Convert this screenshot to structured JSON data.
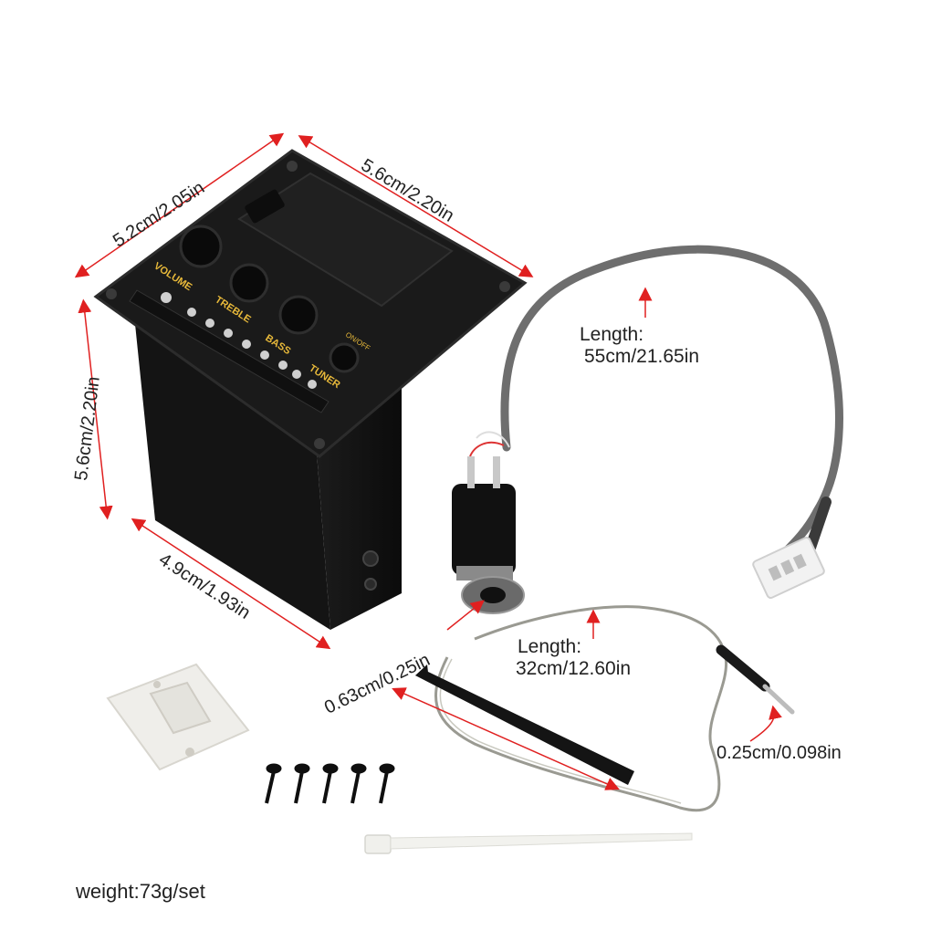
{
  "dimensions": {
    "top_left_edge": "5.2cm/2.05in",
    "top_right_edge": "5.6cm/2.20in",
    "left_height": "5.6cm/2.20in",
    "bottom_edge": "4.9cm/1.93in"
  },
  "cable": {
    "length_label": "Length:",
    "length_value": "55cm/21.65in"
  },
  "jack": {
    "diameter": "0.63cm/0.25in"
  },
  "piezo": {
    "length_label": "Length:",
    "length_value": "32cm/12.60in",
    "diameter": "0.25cm/0.098in"
  },
  "preamp_labels": {
    "volume": "VOLUME",
    "treble": "TREBLE",
    "bass": "BASS",
    "tuner": "TUNER",
    "on_off": "ON/OFF"
  },
  "footer": {
    "weight": "weight:73g/set"
  },
  "colors": {
    "preamp_body": "#161616",
    "cable": "#6e6e6e",
    "knob_text": "#e8b93a",
    "arrow": "#e02020"
  }
}
